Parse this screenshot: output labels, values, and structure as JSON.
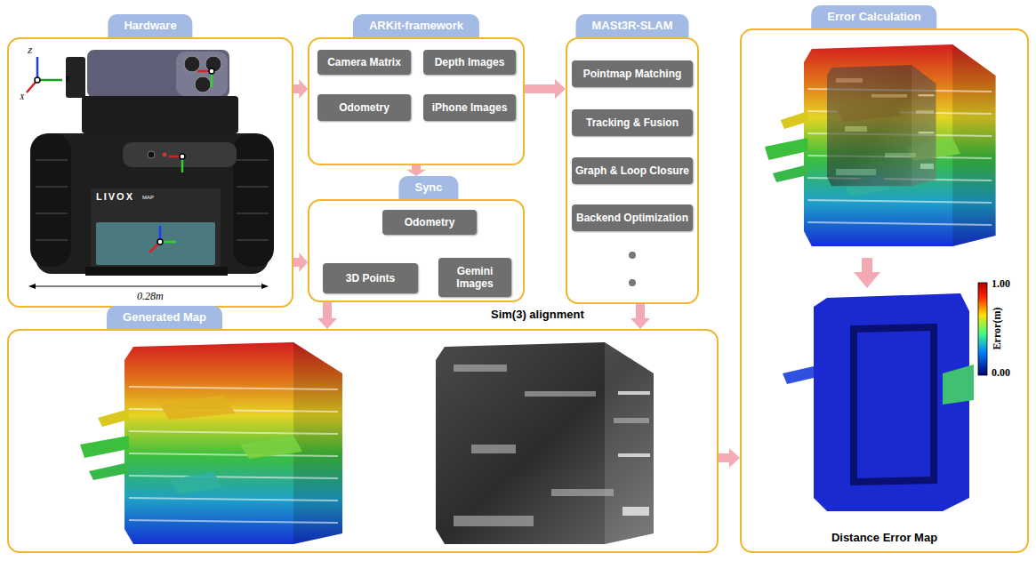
{
  "diagram": {
    "nodes": [
      {
        "text": [
          "Hardware"
        ]
      },
      {
        "text": [
          "ARKit-framework"
        ]
      },
      {
        "text": [
          "Camera Matrix"
        ],
        "in": 1
      },
      {
        "text": [
          "Depth Images"
        ],
        "in": 1
      },
      {
        "text": [
          "Odometry"
        ],
        "in": 1
      },
      {
        "text": [
          "iPhone Images"
        ],
        "in": 1
      },
      {
        "text": [
          "MASt3R-SLAM"
        ]
      },
      {
        "text": [
          "Pointmap Matching"
        ],
        "in": 6
      },
      {
        "text": [
          "Tracking & Fusion"
        ],
        "in": 6
      },
      {
        "text": [
          "Graph & Loop Closure"
        ],
        "in": 6
      },
      {
        "text": [
          "Backend Optimization"
        ],
        "in": 6
      },
      {
        "text": [
          "Error Calculation",
          "Distance Error Map"
        ]
      },
      {
        "text": [
          "Sync"
        ]
      },
      {
        "text": [
          "Odometry"
        ],
        "in": 12
      },
      {
        "text": [
          "3D Points"
        ],
        "in": 12
      },
      {
        "text": [
          "Gemini Images"
        ],
        "in": 12
      },
      {
        "text": [
          "Generated Map"
        ]
      }
    ],
    "edges": [
      {
        "from": 0,
        "to": 1,
        "arrow": "to"
      },
      {
        "from": 0,
        "to": 12,
        "arrow": "to"
      },
      {
        "from": 1,
        "to": 12,
        "arrow": "to"
      },
      {
        "from": 1,
        "to": 6,
        "arrow": "to"
      },
      {
        "from": 12,
        "to": 16,
        "arrow": "to"
      },
      {
        "from": 6,
        "to": 16,
        "arrow": "to"
      },
      {
        "from": 16,
        "to": 11,
        "arrow": "to"
      }
    ],
    "labels": [
      "Z",
      "Y",
      "X",
      "LIVOX",
      "MAP",
      "0.28m",
      "Sim(3) alignment",
      "1.00",
      "Error(m)",
      "0.00"
    ]
  }
}
